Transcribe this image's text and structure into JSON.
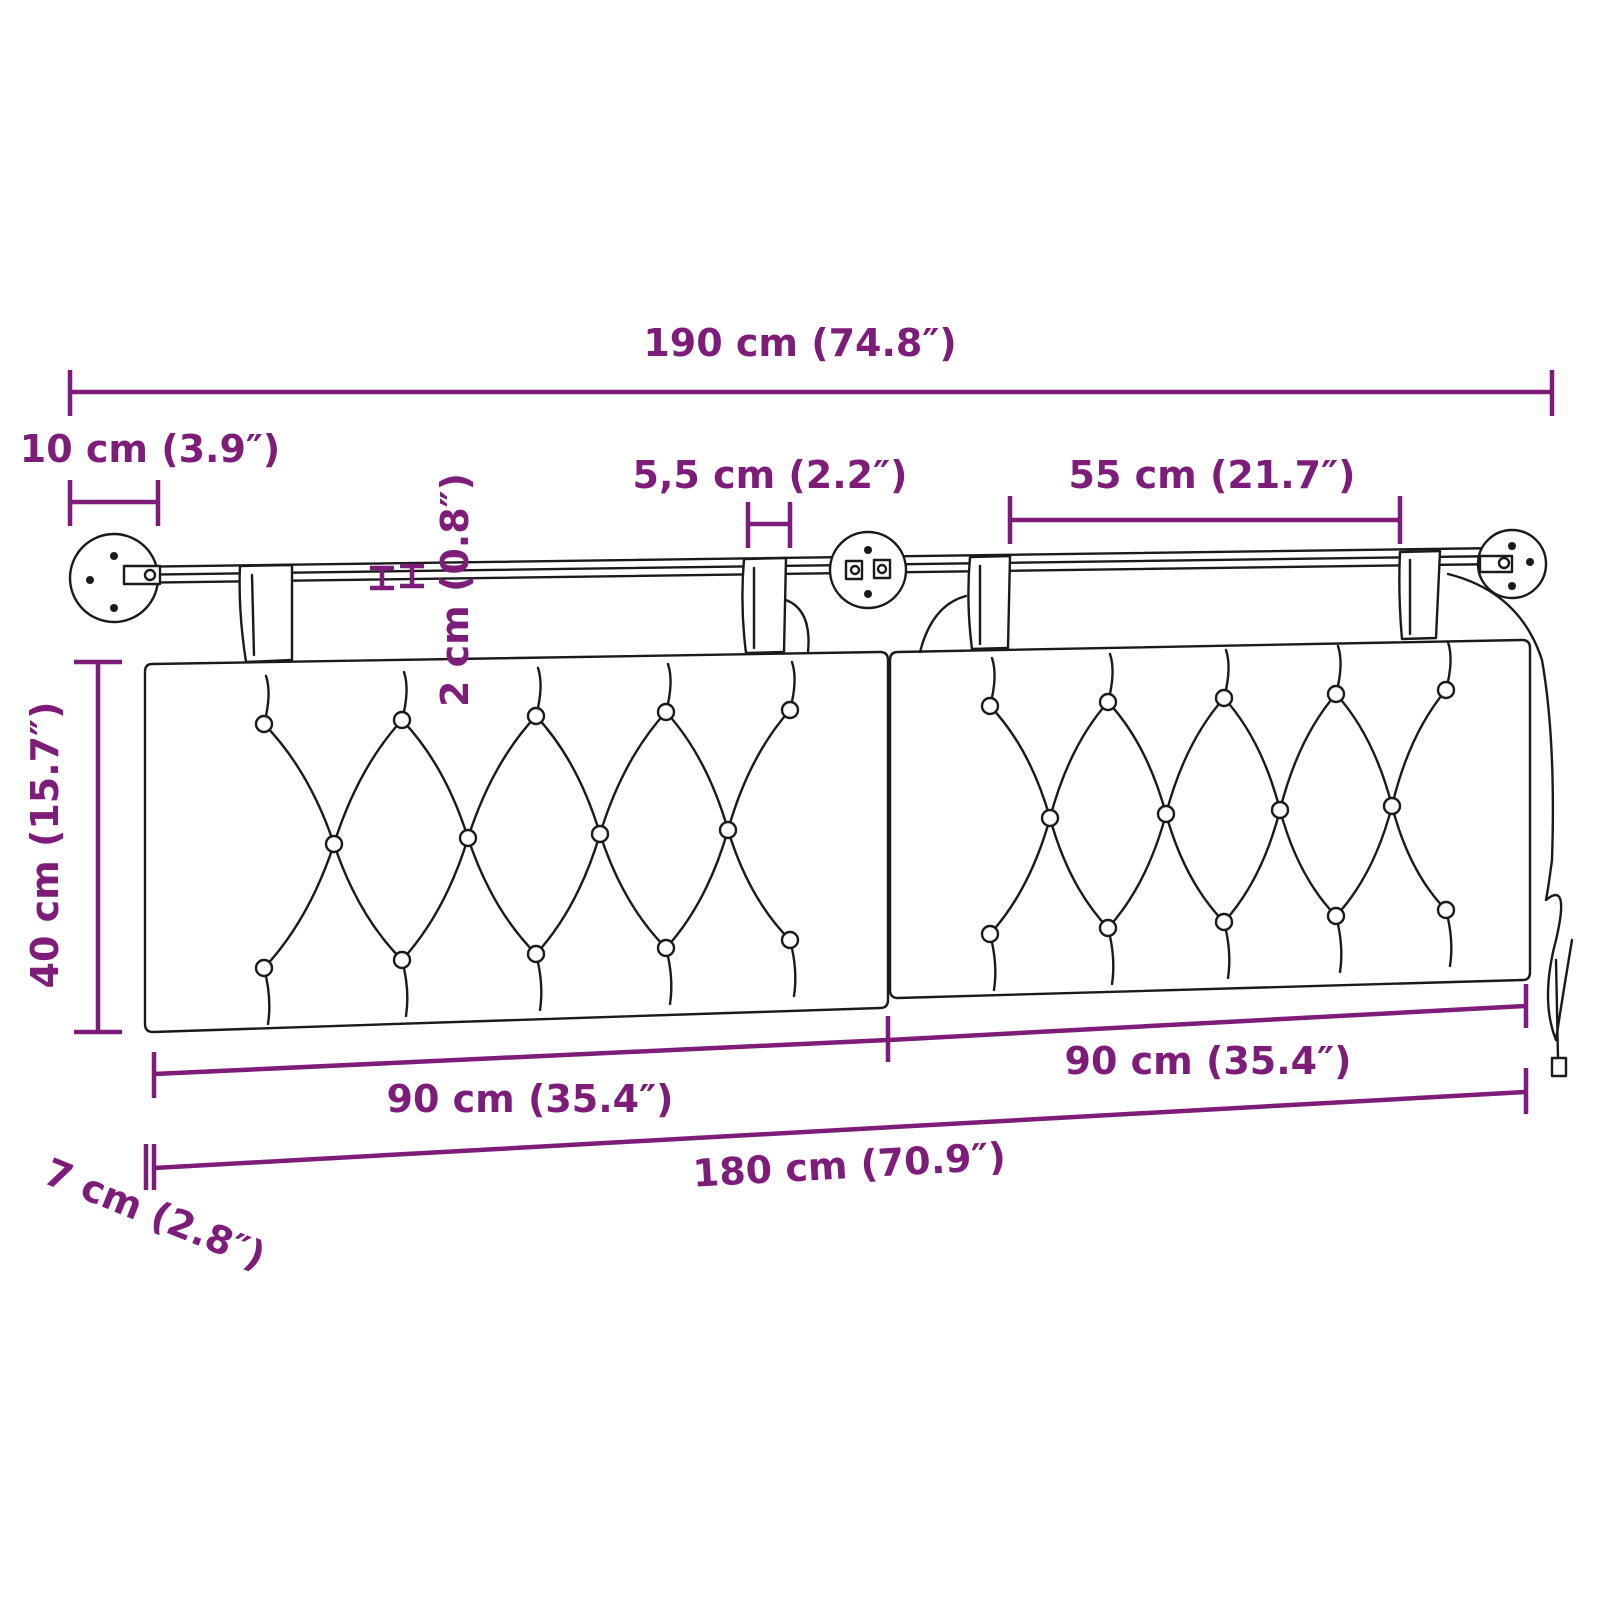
{
  "accent_color": "#7e1c7a",
  "line_color": "#1a1a1a",
  "dimensions": {
    "total_width": "190 cm (74.8″)",
    "bracket_offset": "10 cm (3.9″)",
    "rod_height": "2 cm (0.8″)",
    "strap_width": "5,5 cm (2.2″)",
    "strap_spacing": "55 cm (21.7″)",
    "cushion_height": "40 cm (15.7″)",
    "cushion_left_width": "90 cm (35.4″)",
    "cushion_right_width": "90 cm (35.4″)",
    "cushions_total_width": "180 cm (70.9″)",
    "cushion_depth": "7 cm (2.8″)"
  }
}
